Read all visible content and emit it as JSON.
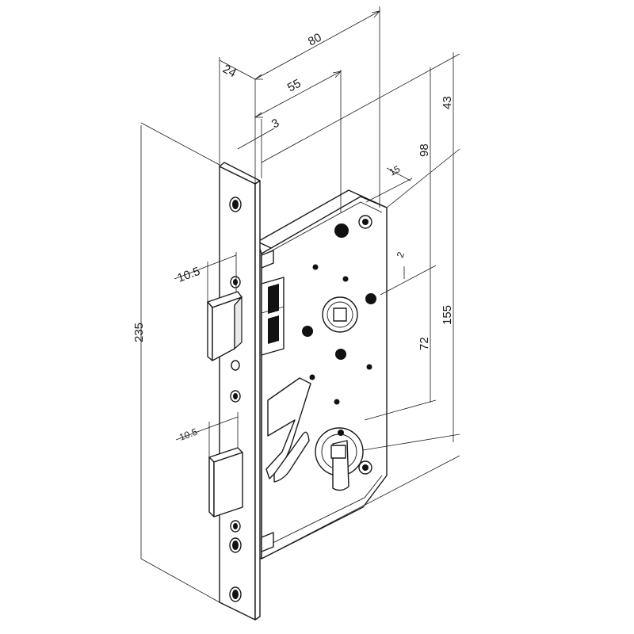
{
  "figure": {
    "dimensions": {
      "width_80": "80",
      "backset_55": "55",
      "faceplate_24": "24",
      "offset_3": "3",
      "latch_10_5": "10.5",
      "bolt_10_5": "10.5",
      "height_235": "235",
      "height_98": "98",
      "top_43": "43",
      "depth_15": "15",
      "spindle_2": "2",
      "center_72": "72",
      "bottom_155": "155"
    }
  }
}
